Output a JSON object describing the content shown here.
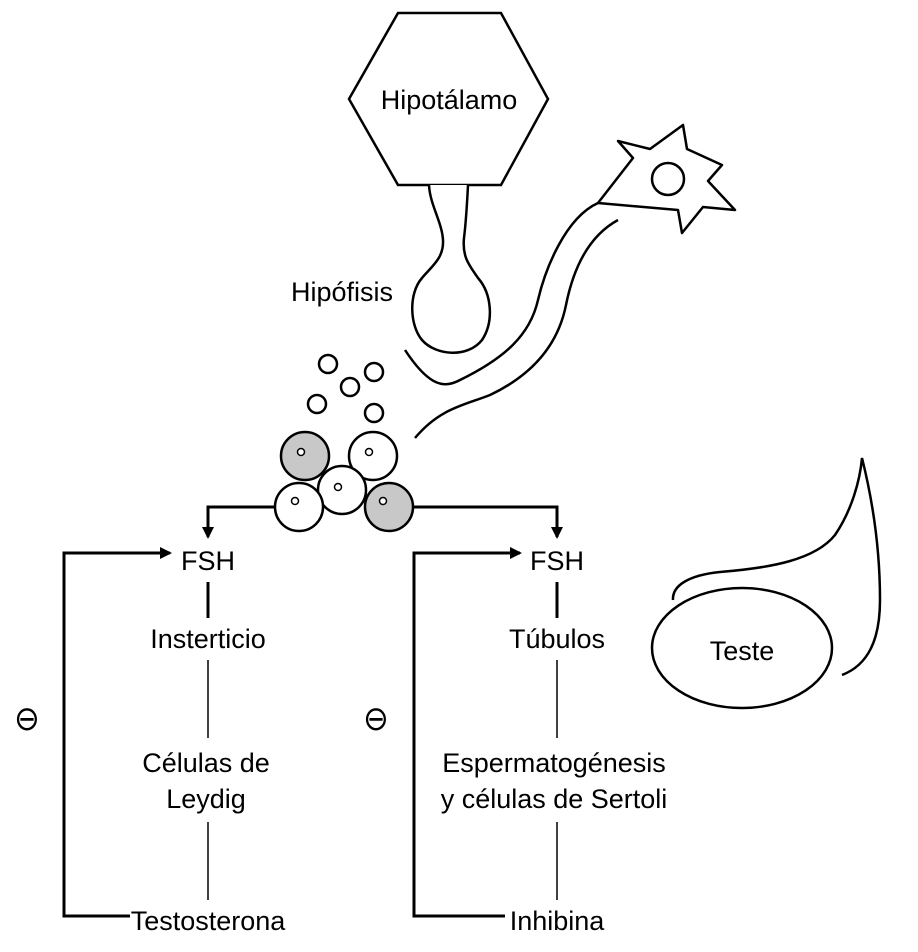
{
  "labels": {
    "hypothalamus": "Hipotálamo",
    "pituitary": "Hipófisis",
    "testis": "Teste"
  },
  "left_axis": {
    "hormone": "FSH",
    "target": "Insterticio",
    "cells_line1": "Células de",
    "cells_line2": "Leydig",
    "product": "Testosterona",
    "feedback_sign": "⊖"
  },
  "right_axis": {
    "hormone": "FSH",
    "target": "Túbulos",
    "cells_line1": "Espermatogénesis",
    "cells_line2": "y células de Sertoli",
    "product": "Inhibina",
    "feedback_sign": "⊖"
  },
  "colors": {
    "stroke": "#000000",
    "shaded_cell": "#c8c8c8",
    "background": "#ffffff"
  }
}
